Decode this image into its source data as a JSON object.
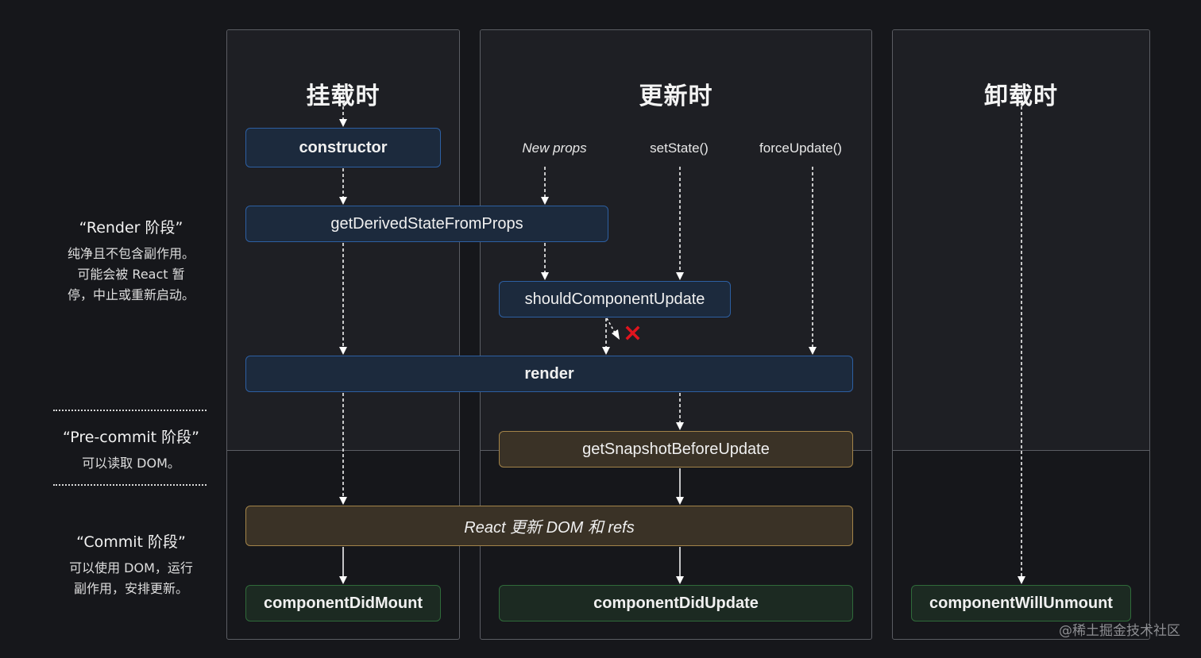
{
  "columns": {
    "mount": {
      "title": "挂载时"
    },
    "update": {
      "title": "更新时"
    },
    "unmount": {
      "title": "卸载时"
    }
  },
  "phases": {
    "render": {
      "title": "“Render 阶段”",
      "lines": [
        "纯净且不包含副作用。",
        "可能会被 React 暂",
        "停，中止或重新启动。"
      ]
    },
    "precommit": {
      "title": "“Pre-commit 阶段”",
      "lines": [
        "可以读取 DOM。"
      ]
    },
    "commit": {
      "title": "“Commit 阶段”",
      "lines": [
        "可以使用 DOM，运行",
        "副作用，安排更新。"
      ]
    }
  },
  "triggers": {
    "new_props": "New props",
    "set_state": "setState()",
    "force_update": "forceUpdate()"
  },
  "nodes": {
    "constructor": "constructor",
    "get_derived_state": "getDerivedStateFromProps",
    "should_update": "shouldComponentUpdate",
    "render": "render",
    "get_snapshot": "getSnapshotBeforeUpdate",
    "react_updates_dom": "React 更新 DOM 和 refs",
    "did_mount": "componentDidMount",
    "did_update": "componentDidUpdate",
    "will_unmount": "componentWillUnmount"
  },
  "colors": {
    "render_phase_node": "#2d5fa2",
    "commit_dom_node": "#a38449",
    "lifecycle_effect_node": "#2f6a3a",
    "reject_mark": "#e0141e"
  },
  "reject_mark": "✕",
  "watermark": "@稀土掘金技术社区"
}
